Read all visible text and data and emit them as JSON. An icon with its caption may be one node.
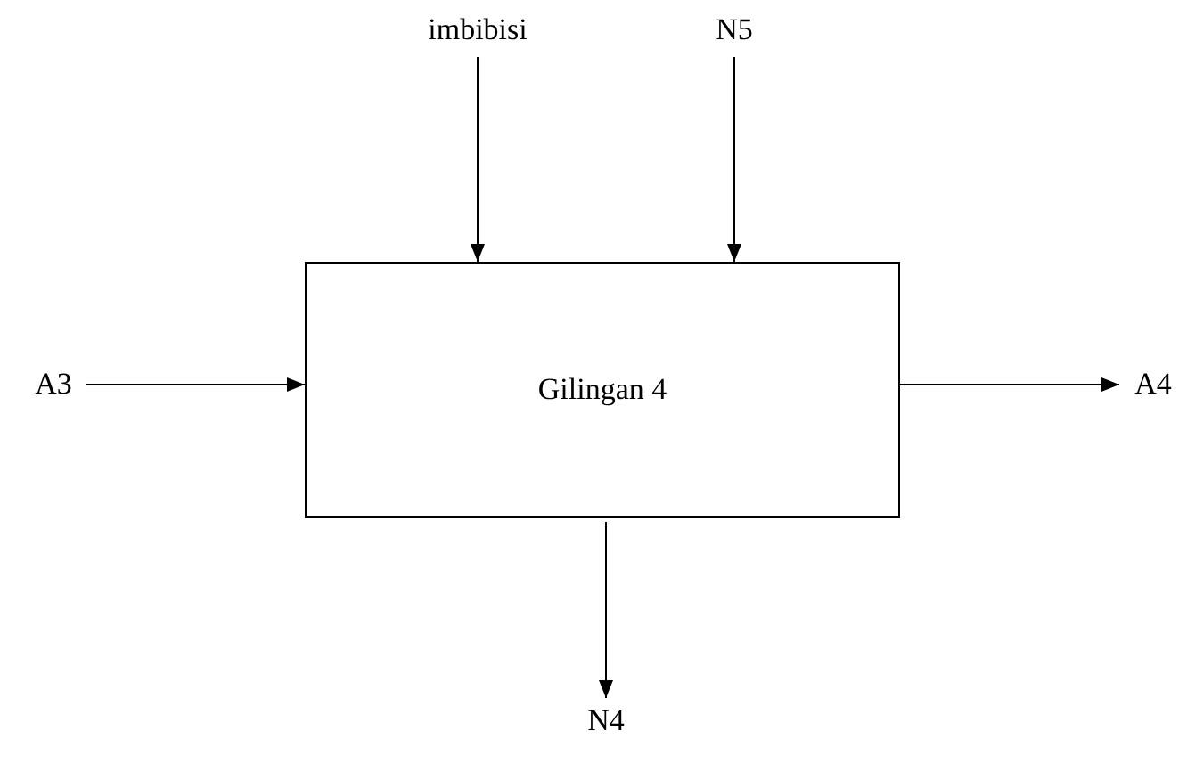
{
  "diagram": {
    "nodes": [
      {
        "text": [
          "Gilingan 4"
        ]
      },
      {
        "text": [
          "imbibisi"
        ]
      },
      {
        "text": [
          "N5"
        ]
      },
      {
        "text": [
          "A3"
        ]
      },
      {
        "text": [
          "A4"
        ]
      },
      {
        "text": [
          "N4"
        ]
      }
    ],
    "edges": [
      {
        "from": 1,
        "to": 0,
        "arrow": "to"
      },
      {
        "from": 2,
        "to": 0,
        "arrow": "to"
      },
      {
        "from": 3,
        "to": 0,
        "arrow": "to"
      },
      {
        "from": 0,
        "to": 4,
        "arrow": "to"
      },
      {
        "from": 0,
        "to": 5,
        "arrow": "to"
      }
    ]
  }
}
